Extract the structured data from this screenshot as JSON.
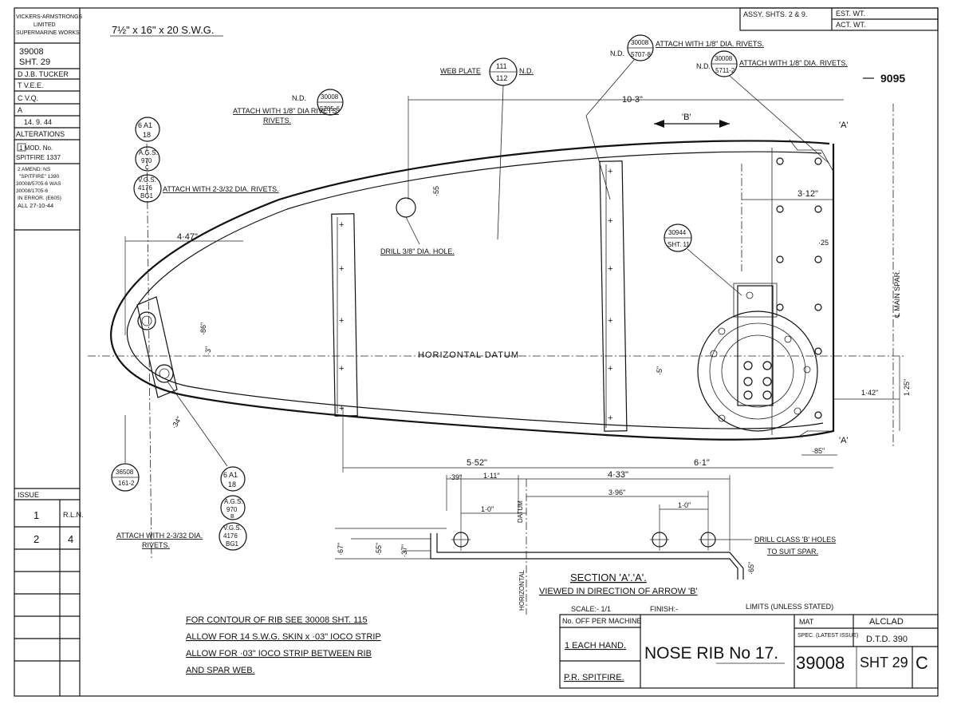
{
  "drawing_no": "9095",
  "header_boxes": {
    "assy": "ASSY. SHTS. 2 & 9.",
    "est_wt": "EST. WT.",
    "act_wt": "ACT. WT."
  },
  "stock_size": "7½\" x 16\" x 20 S.W.G.",
  "left_block": {
    "company": [
      "VICKERS-ARMSTRONGS",
      "LIMITED",
      "SUPERMARINE WORKS"
    ],
    "number": "39008",
    "sheet": "SHT. 29",
    "d": "D  J.B. TUCKER",
    "t": "T  V.E.E.",
    "c": "C  V.Q.",
    "a": "A",
    "date": "14. 9. 44",
    "alterations": "ALTERATIONS",
    "mod1": "1  MOD. No.",
    "mod1b": "SPITFIRE  1337",
    "amend": [
      "2  AMEND: NS",
      "\"SPITFIRE\" 1390",
      "30008/5705-6 WAS",
      "30008/1705-6",
      "IN ERROR. (E605)",
      "ALL  27-10-44"
    ],
    "issue": "ISSUE",
    "issue_rows": [
      {
        "n": "1",
        "v": "R.L.N."
      },
      {
        "n": "2",
        "v": "4"
      }
    ]
  },
  "callouts": {
    "web_plate": "WEB PLATE",
    "web_frac_top": "111",
    "web_frac_bot": "112",
    "nd": "N.D.",
    "attach_1_8": "ATTACH WITH 1/8\" DIA RIVETS.",
    "c1_top": "30008",
    "c1_bot": "5705-6",
    "c2_top": "30008",
    "c2_bot": "5707-8",
    "c3_top": "30008",
    "c3_bot": "5711-2",
    "attach_1_8_b": "ATTACH WITH 1/8\" DIA. RIVETS.",
    "attach_1_8_c": "ATTACH WITH 1/8\" DIA. RIVETS.",
    "attach_2_3_32": "ATTACH WITH 2-3/32 DIA. RIVETS.",
    "attach_2_3_32_b": "ATTACH WITH 2-3/32 DIA.",
    "rivets": "RIVETS.",
    "part_6a1": "6 A1",
    "part_18": "18",
    "ags": "A.G.S.",
    "ags_num": "970",
    "ags_c": "C",
    "vgs": "V.G.S.",
    "vgs_num": "4176",
    "vgs_bgi": "BG1",
    "ags_b": "B",
    "p36508_top": "36508",
    "p36508_bot": "161-2",
    "p30944_top": "30944",
    "p30944_bot": "SHT. 11",
    "drill_hole": "DRILL 3/8\" DIA. HOLE.",
    "horizontal_datum": "HORIZONTAL  DATUM",
    "arrow_b": "'B'",
    "sec_a": "'A'",
    "main_spar": "℄ MAIN SPAR.",
    "drill_class_b": "DRILL CLASS 'B' HOLES",
    "to_suit_spar": "TO SUIT SPAR.",
    "datum": "DATUM",
    "horizontal": "HORIZONTAL"
  },
  "dimensions": {
    "d10_3": "10·3\"",
    "d4_47": "4·47\"",
    "d3_12": "3·12\"",
    "d25": "·25",
    "d5_52": "5·52\"",
    "d6_1": "6·1\"",
    "d4_33": "4·33\"",
    "d1_42": "1·42\"",
    "d125": "1·25\"",
    "d85": "·85\"",
    "d55": "·55",
    "d86": "·86\"",
    "d3": "·3\"",
    "d34": "·34\"",
    "d5": "·5\"",
    "d39": "·39\"",
    "d1_11": "1·11\"",
    "d3_96": "3·96\"",
    "d1_0a": "1·0\"",
    "d1_0b": "1·0\"",
    "d67": "·67\"",
    "d55b": "·55\"",
    "d37": "·37\"",
    "d65": "·65\""
  },
  "section": {
    "title": "SECTION 'A'.'A'.",
    "subtitle": "VIEWED IN DIRECTION OF ARROW 'B'"
  },
  "notes": [
    "FOR CONTOUR OF RIB SEE 30008 SHT. 115",
    "ALLOW FOR 14 S.W.G. SKIN x ·03\" IOCO STRIP",
    "ALLOW FOR ·03\" IOCO STRIP BETWEEN RIB",
    "AND SPAR WEB."
  ],
  "title_block": {
    "scale": "SCALE:- 1/1",
    "finish": "FINISH:-",
    "limits": "LIMITS (UNLESS STATED)",
    "no_off": "No. OFF PER MACHINE",
    "each_hand": "1 EACH HAND.",
    "aircraft": "P.R. SPITFIRE.",
    "title": "NOSE RIB No 17.",
    "mat": "MAT",
    "alclad": "ALCLAD",
    "spec": "SPEC. (LATEST ISSUE)",
    "dtd": "D.T.D. 390",
    "number": "39008",
    "sheet": "SHT 29",
    "issue": "C"
  }
}
